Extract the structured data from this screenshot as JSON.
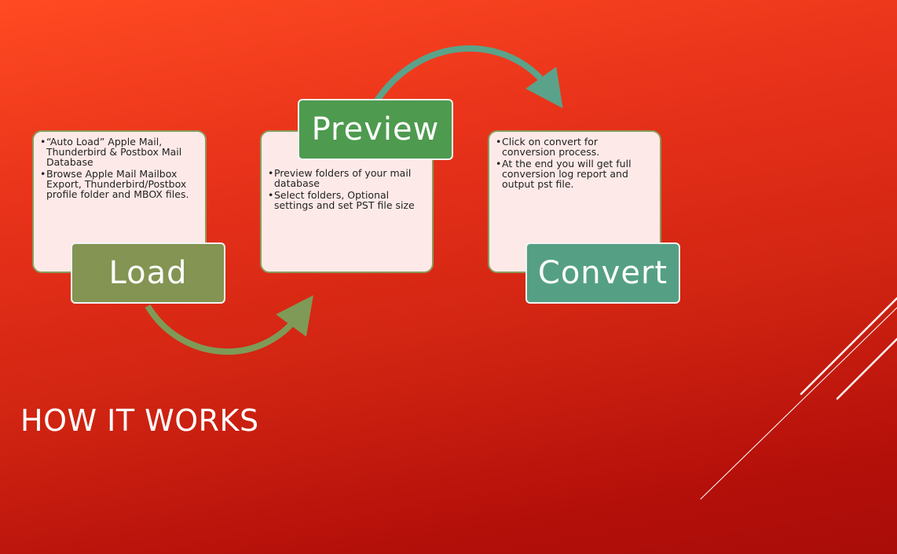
{
  "title": "HOW IT WORKS",
  "steps": [
    {
      "label": "Load",
      "color": "#839453",
      "bullets": [
        "“Auto Load” Apple Mail, Thunderbird & Postbox Mail Database",
        "Browse Apple Mail Mailbox Export, Thunderbird/Postbox profile folder and MBOX files."
      ]
    },
    {
      "label": "Preview",
      "color": "#4e9a4f",
      "bullets": [
        "Preview folders of your mail database",
        "Select folders, Optional settings and set PST file size"
      ]
    },
    {
      "label": "Convert",
      "color": "#55a085",
      "bullets": [
        "Click on convert for conversion process.",
        "At the end you will get full conversion log report and output pst file."
      ]
    }
  ],
  "colors": {
    "card_fill": "#fdeae8",
    "arrow_load_to_preview": "#7f9a57",
    "arrow_preview_to_convert": "#5aa38a"
  }
}
